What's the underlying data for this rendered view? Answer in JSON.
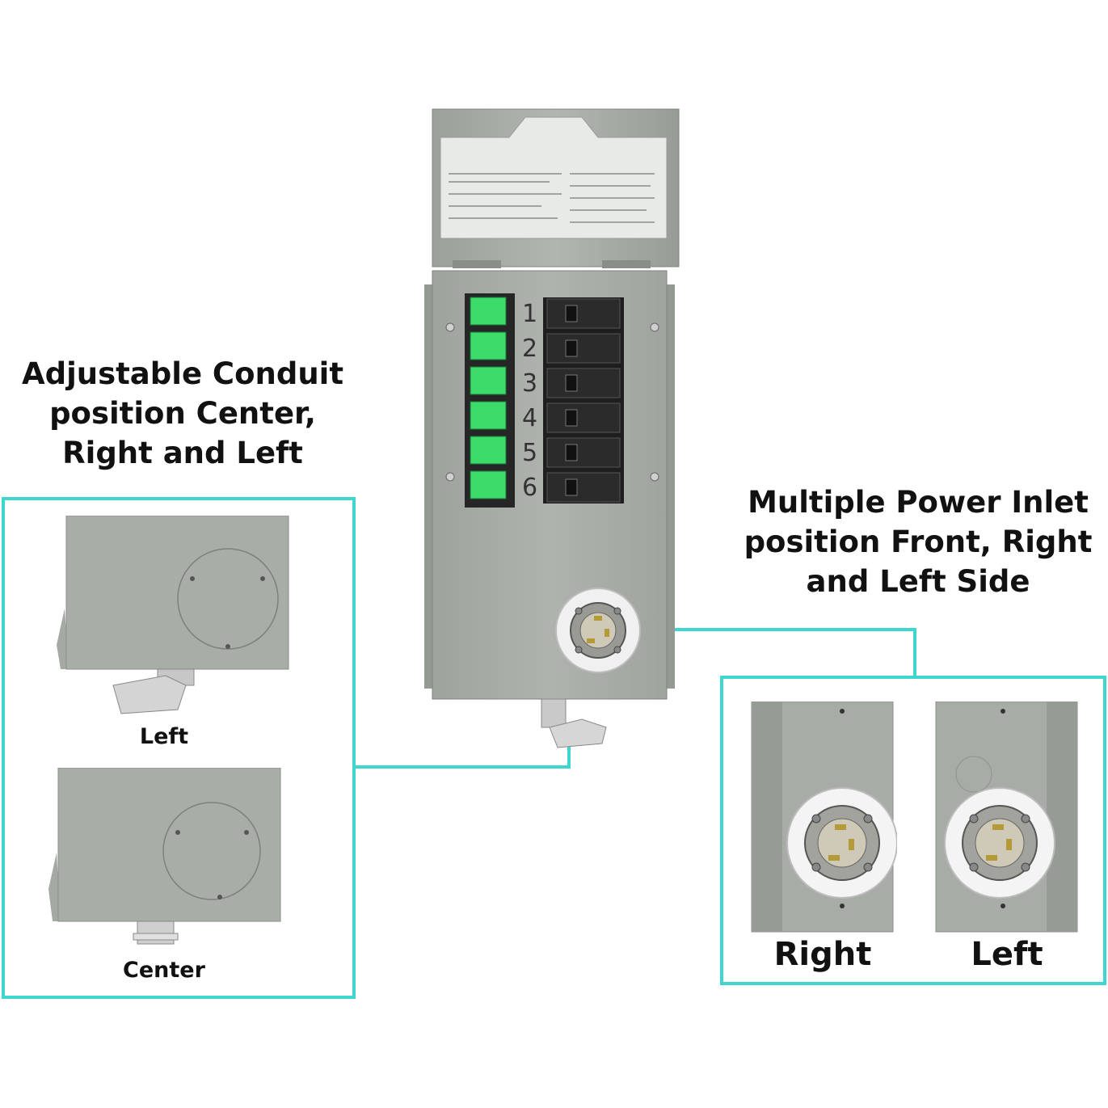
{
  "left_heading": {
    "line1": "Adjustable Conduit",
    "line2": "position Center,",
    "line3": "Right and Left"
  },
  "right_heading": {
    "line1": "Multiple Power Inlet",
    "line2": "position Front, Right",
    "line3": "and Left Side"
  },
  "conduit_views": {
    "left_label": "Left",
    "center_label": "Center"
  },
  "inlet_views": {
    "right_label": "Right",
    "left_label": "Left"
  },
  "circuits": [
    "1",
    "2",
    "3",
    "4",
    "5",
    "6"
  ],
  "colors": {
    "accent": "#3ed6cf",
    "enclosure": "#a7aba5",
    "switch_green": "#3ddb6a"
  }
}
